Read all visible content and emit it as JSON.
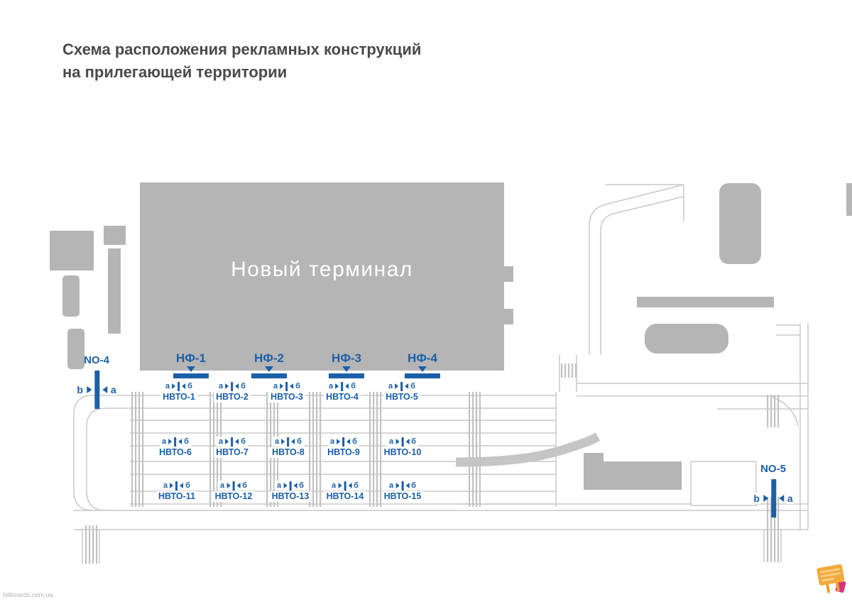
{
  "title": {
    "line1": "Схема расположения рекламных конструкций",
    "line2": "на прилегающей территории"
  },
  "terminal": {
    "label": "Новый терминал"
  },
  "letters": {
    "a": "а",
    "b": "б"
  },
  "nf_markers": [
    "НФ-1",
    "НФ-2",
    "НФ-3",
    "НФ-4"
  ],
  "nvto_rows": [
    {
      "items": [
        "НВТО-1",
        "НВТО-2",
        "НВТО-3",
        "НВТО-4",
        "НВТО-5"
      ]
    },
    {
      "items": [
        "НВТО-6",
        "НВТО-7",
        "НВТО-8",
        "НВТО-9",
        "НВТО-10"
      ]
    },
    {
      "items": [
        "НВТО-11",
        "НВТО-12",
        "НВТО-13",
        "НВТО-14",
        "НВТО-15"
      ]
    }
  ],
  "no_markers": [
    {
      "label": "NO-4",
      "left": "b",
      "right": "a"
    },
    {
      "label": "NO-5",
      "left": "b",
      "right": "a"
    }
  ],
  "watermark": "billboards.com.ua",
  "colors": {
    "accent_blue": "#1b5fa8",
    "building_gray": "#b5b5b5",
    "road_gray": "#c9c9c9"
  }
}
